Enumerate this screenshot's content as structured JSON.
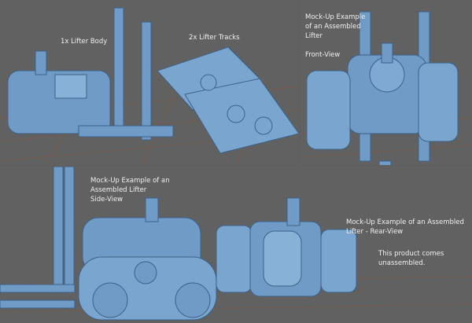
{
  "labels": {
    "body": "1x Lifter Body",
    "tracks": "2x Lifter Tracks",
    "front_line1": "Mock-Up Example",
    "front_line2": "of an Assembled",
    "front_line3": "Lifter",
    "front_view": "Front-View",
    "side_line1": "Mock-Up Example of an",
    "side_line2": "Assembled Lifter",
    "side_line3": "Side-View",
    "rear_line1": "Mock-Up Example of an Assembled",
    "rear_line2": "Lifter - Rear-View",
    "note_line1": "This product comes",
    "note_line2": "unassembled."
  },
  "colors": {
    "background": "#606061",
    "model": "#6f9bc6",
    "floor_line": "#7a5a4a"
  }
}
